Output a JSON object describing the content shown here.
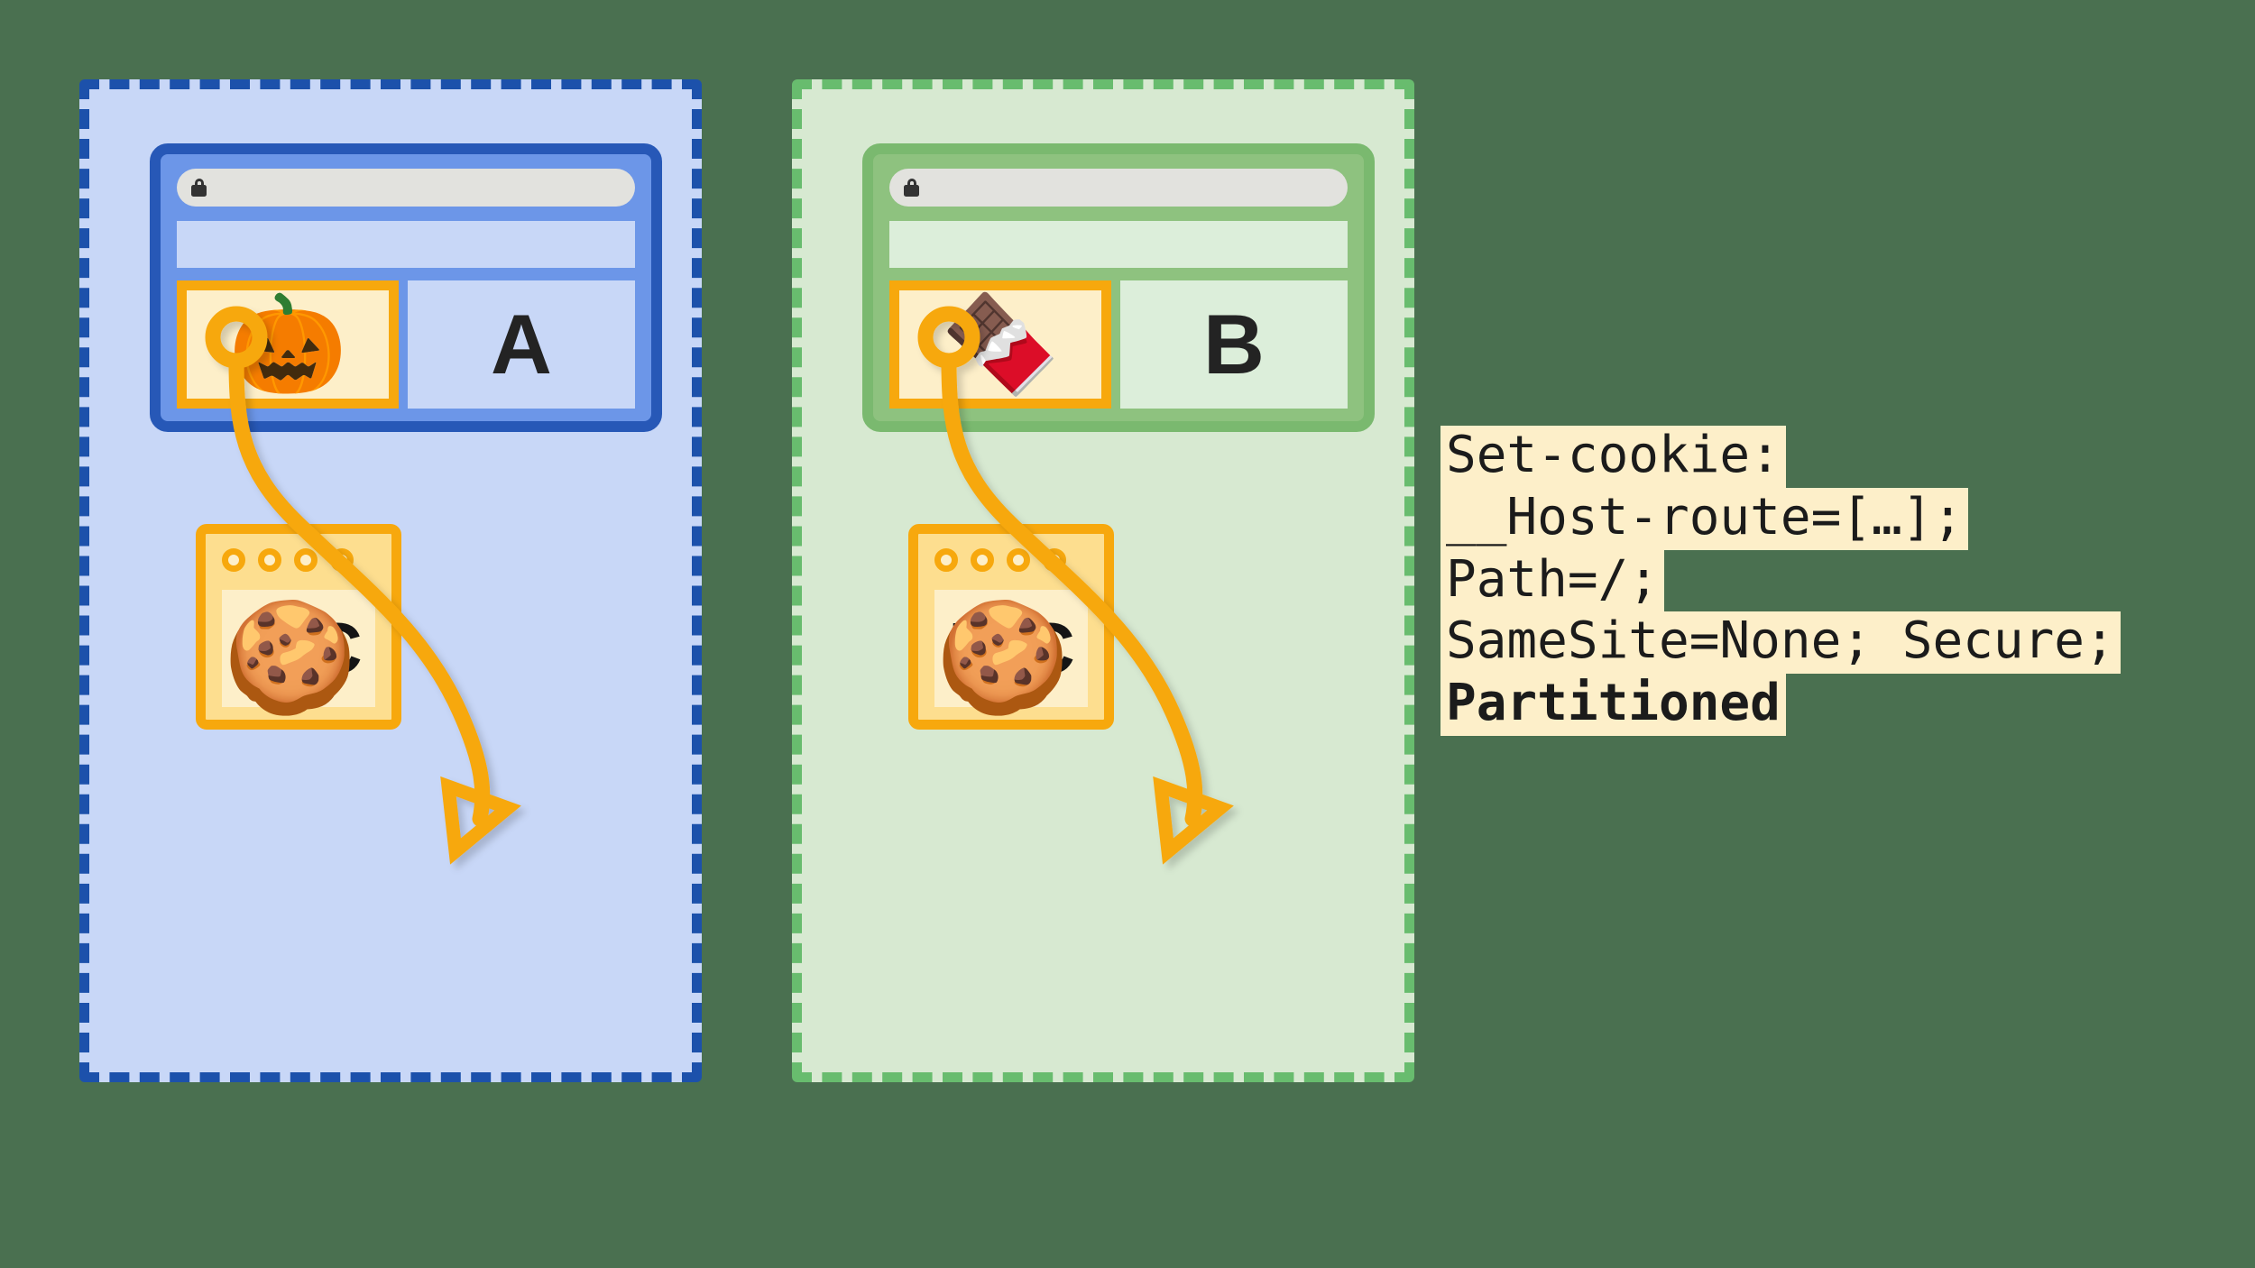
{
  "background_color": "#4a7050",
  "accent_color": "#f7a80d",
  "panels": [
    {
      "id": "partition-a",
      "theme": "blue",
      "border_color": "#1c51ab",
      "fill_color": "#c8d7f7",
      "browser": {
        "border_color": "#2758b7",
        "fill_color": "#6c96e8",
        "addressbar": {
          "lock_icon": "lock-icon",
          "url_text": ""
        },
        "iframe": {
          "emoji": "🎃",
          "emoji_name": "jack-o-lantern-emoji"
        },
        "site_letter": "A"
      },
      "cookie_icon": "🍪",
      "storage_label": "A:C",
      "storage_dots": 4
    },
    {
      "id": "partition-b",
      "theme": "green",
      "border_color": "#68bc6e",
      "fill_color": "#d7e9d1",
      "browser": {
        "border_color": "#7ab96f",
        "fill_color": "#8ec27f",
        "addressbar": {
          "lock_icon": "lock-icon",
          "url_text": ""
        },
        "iframe": {
          "emoji": "🍫",
          "emoji_name": "chocolate-bar-emoji"
        },
        "site_letter": "B"
      },
      "cookie_icon": "🍪",
      "storage_label": "B:C",
      "storage_dots": 4
    }
  ],
  "code_block": {
    "lines": [
      {
        "text": "Set-cookie:",
        "bold": false
      },
      {
        "text": "__Host-route=[…];",
        "bold": false
      },
      {
        "text": "Path=/;",
        "bold": false
      },
      {
        "text": "SameSite=None; Secure;",
        "bold": false
      },
      {
        "text": "Partitioned",
        "bold": true
      }
    ]
  }
}
